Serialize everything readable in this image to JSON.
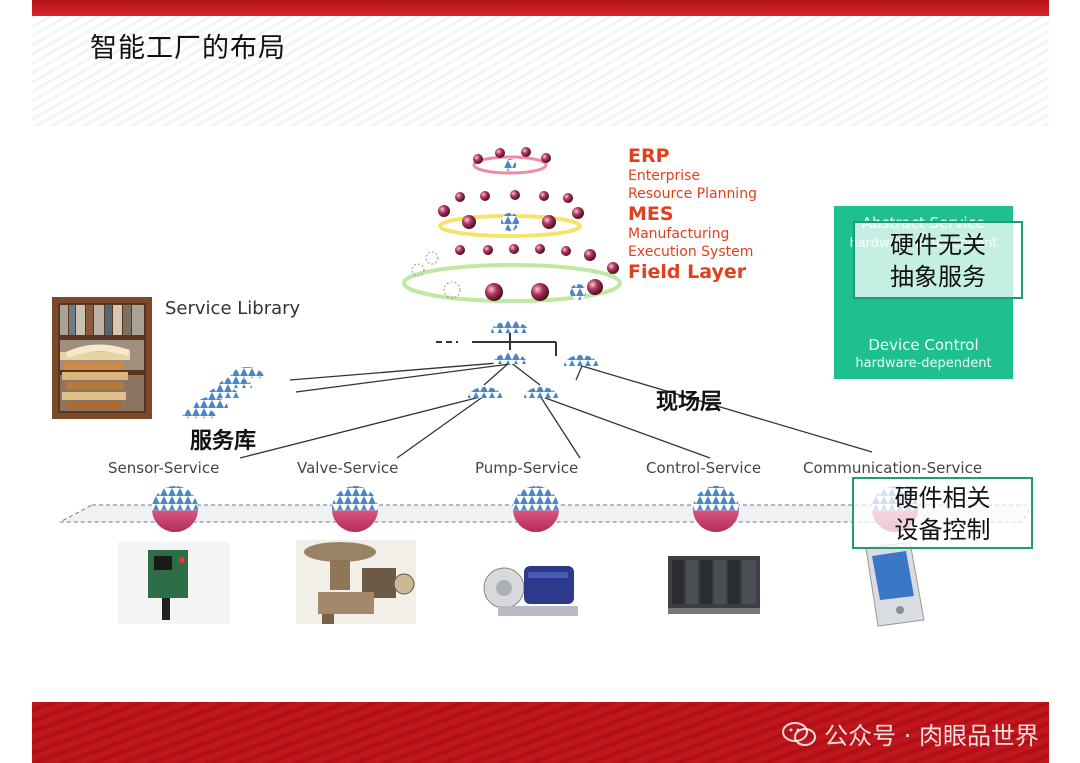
{
  "title": "智能工厂的布局",
  "erp": {
    "title": "ERP",
    "line1": "Enterprise",
    "line2": "Resource Planning"
  },
  "mes": {
    "title": "MES",
    "line1": "Manufacturing",
    "line2": "Execution System"
  },
  "field_layer": "Field Layer",
  "service_library": "Service Library",
  "service_library_cn": "服务库",
  "field_layer_cn": "现场层",
  "panel": {
    "abstract_service": "Abstract Service",
    "hardware_independent": "hardware-independent",
    "device_control": "Device Control",
    "hardware_dependent": "hardware-dependent"
  },
  "box_abstract": {
    "line1": "硬件无关",
    "line2": "抽象服务"
  },
  "box_device": {
    "line1": "硬件相关",
    "line2": "设备控制"
  },
  "services": [
    "Sensor-Service",
    "Valve-Service",
    "Pump-Service",
    "Control-Service",
    "Communication-Service"
  ],
  "watermark": "公众号 · 肉眼品世界",
  "colors": {
    "accent_red": "#c0161d",
    "label_red": "#e0401c",
    "panel_green": "#1fbf8f"
  }
}
